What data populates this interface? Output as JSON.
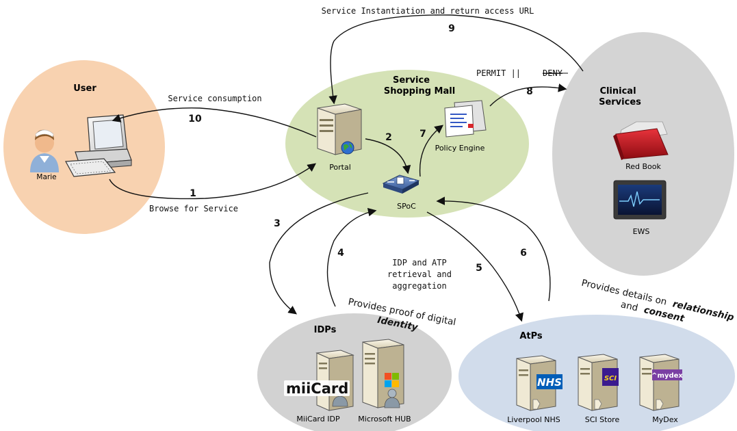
{
  "regions": {
    "user": "User",
    "mall": [
      "Service",
      "Shopping Mall"
    ],
    "clinical": [
      "Clinical",
      "Services"
    ],
    "idps": "IDPs",
    "atps": "AtPs"
  },
  "nodes": {
    "marie": "Marie",
    "portal": "Portal",
    "spoc": "SPoC",
    "policy_engine": "Policy Engine",
    "red_book": "Red Book",
    "ews": "EWS",
    "miicard_idp": "MiiCard IDP",
    "microsoft_hub": "Microsoft HUB",
    "liverpool_nhs": "Liverpool NHS",
    "sci_store": "SCI Store",
    "mydex": "MyDex"
  },
  "logos": {
    "miicard": "miiCard",
    "nhs": "NHS",
    "sci": "SCI",
    "mydex": "^mydex"
  },
  "flow_labels": {
    "top": "Service Instantiation and return access URL",
    "service_consumption": "Service consumption",
    "browse": "Browse for Service",
    "permit": "PERMIT ||",
    "deny": "DENY",
    "retrieval": [
      "IDP and ATP",
      "retrieval and",
      "aggregation"
    ]
  },
  "steps": {
    "s1": "1",
    "s2": "2",
    "s3": "3",
    "s4": "4",
    "s5": "5",
    "s6": "6",
    "s7": "7",
    "s8": "8",
    "s9": "9",
    "s10": "10"
  },
  "captions": {
    "idp_line1": "Provides proof of digital",
    "idp_line2": "Identity",
    "atp_line1": "Provides details on",
    "atp_line1b": "relationship",
    "atp_line2a": "and",
    "atp_line2b": "consent"
  },
  "colors": {
    "user_region": "#f8d2b0",
    "mall_region": "#d5e2b6",
    "clinical_region": "#d4d4d4",
    "idp_region": "#d2d2d2",
    "atp_region": "#d1dceb",
    "arrow": "#111111"
  }
}
